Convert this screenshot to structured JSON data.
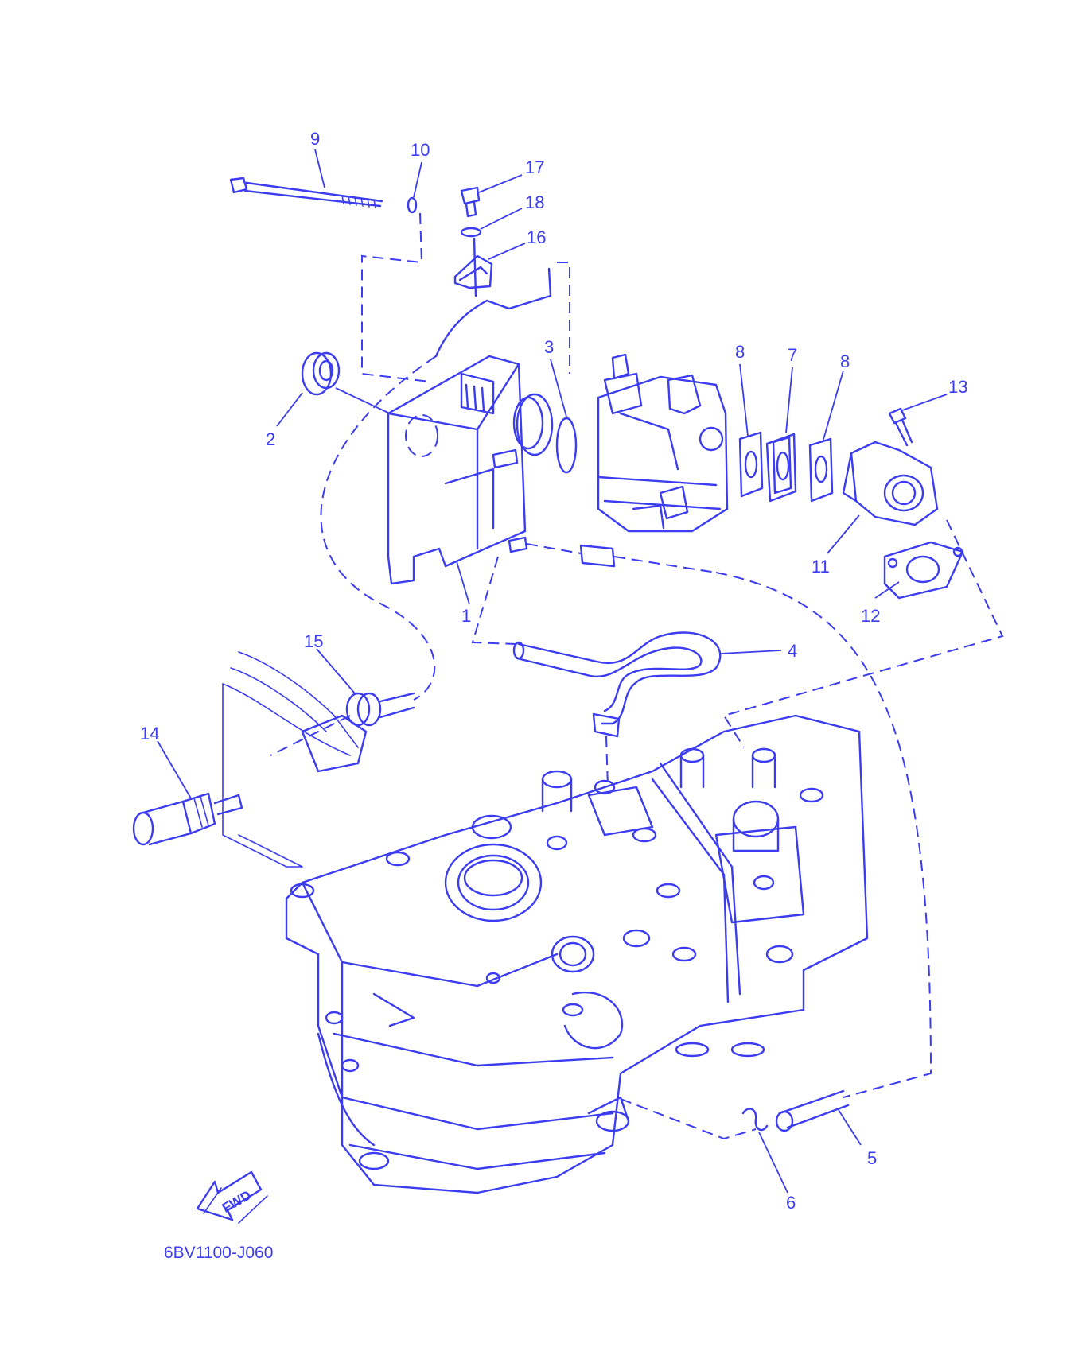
{
  "callouts": [
    "1",
    "2",
    "3",
    "4",
    "5",
    "6",
    "7",
    "8",
    "8",
    "9",
    "10",
    "11",
    "12",
    "13",
    "14",
    "15",
    "16",
    "17",
    "18"
  ],
  "diagram_code": "6BV1100-J060",
  "fwd_label": "FWD",
  "colors": {
    "ink": "#3c3cf0",
    "background": "#ffffff"
  }
}
